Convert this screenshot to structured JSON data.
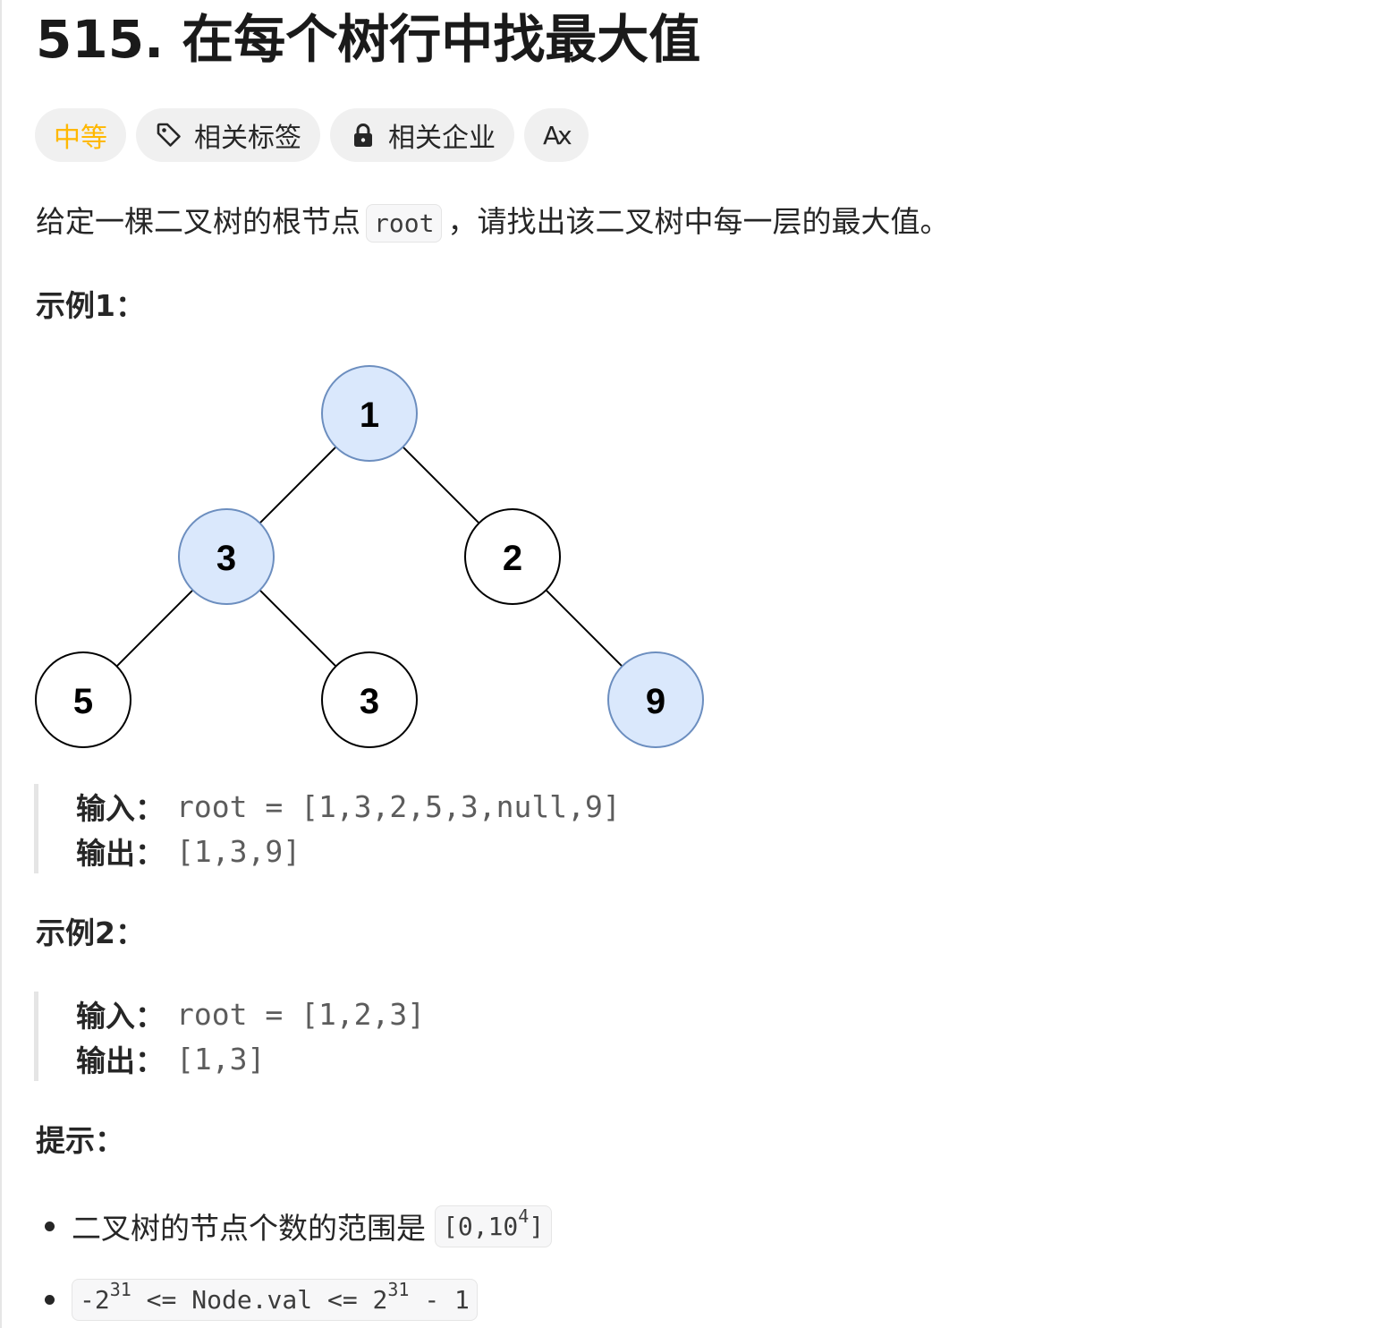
{
  "title": "515. 在每个树行中找最大值",
  "tags": {
    "difficulty": "中等",
    "related_tags": "相关标签",
    "related_companies": "相关企业",
    "translate_icon": "Ax"
  },
  "description": {
    "before": "给定一棵二叉树的根节点",
    "code": "root",
    "after": "，请找出该二叉树中每一层的最大值。"
  },
  "examples": [
    {
      "heading": "示例1：",
      "input_label": "输入：",
      "input_value": "root = [1,3,2,5,3,null,9]",
      "output_label": "输出：",
      "output_value": "[1,3,9]"
    },
    {
      "heading": "示例2：",
      "input_label": "输入：",
      "input_value": "root = [1,2,3]",
      "output_label": "输出：",
      "output_value": "[1,3]"
    }
  ],
  "tree": {
    "nodes": [
      {
        "id": "root",
        "label": "1",
        "highlighted": true
      },
      {
        "id": "left",
        "label": "3",
        "highlighted": true
      },
      {
        "id": "right",
        "label": "2",
        "highlighted": false
      },
      {
        "id": "left-left",
        "label": "5",
        "highlighted": false
      },
      {
        "id": "left-right",
        "label": "3",
        "highlighted": false
      },
      {
        "id": "right-right",
        "label": "9",
        "highlighted": true
      }
    ],
    "highlight_color": "#dae8fc",
    "highlight_stroke": "#6c8ebf"
  },
  "hints": {
    "heading": "提示：",
    "items": [
      {
        "text": "二叉树的节点个数的范围是",
        "code_prefix": "[0,10",
        "code_sup": "4",
        "code_suffix": "]"
      },
      {
        "code_prefix": "-2",
        "code_sup": "31",
        "code_mid": " <= Node.val <= 2",
        "code_sup2": "31",
        "code_suffix": " - 1"
      }
    ]
  },
  "colors": {
    "difficulty": "#ffb800",
    "tag_background": "#f0f0f0",
    "text": "#262626"
  }
}
